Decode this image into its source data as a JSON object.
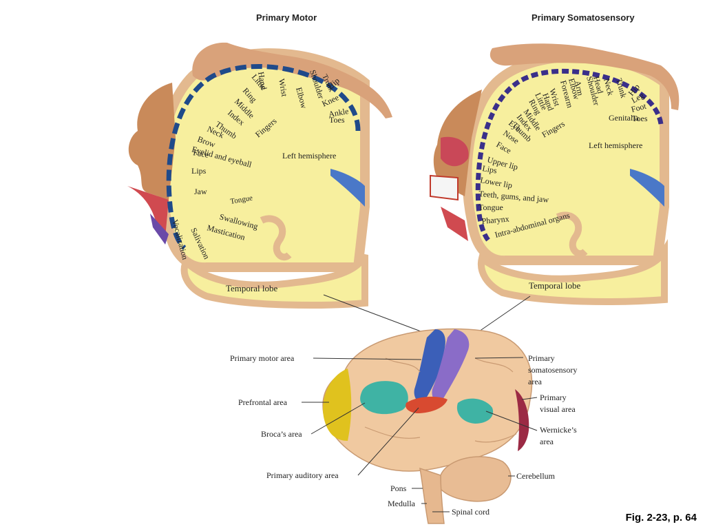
{
  "motor": {
    "title": "Primary Motor",
    "labels": [
      "Hand",
      "Wrist",
      "Elbow",
      "Shoulder",
      "Trunk",
      "Hip",
      "Knee",
      "Ankle",
      "Toes",
      "Little",
      "Ring",
      "Middle",
      "Index",
      "Thumb",
      "Neck",
      "Brow",
      "Eyelid and eyeball",
      "Face",
      "Lips",
      "Jaw",
      "Tongue",
      "Swallowing",
      "Mastication",
      "Salivation",
      "Vocalization",
      "Fingers",
      "Left hemisphere",
      "Temporal lobe"
    ]
  },
  "sensory": {
    "title": "Primary Somatosensory",
    "labels": [
      "Hip",
      "Leg",
      "Foot",
      "Toes",
      "Genitalia",
      "Trunk",
      "Neck",
      "Head",
      "Shoulder",
      "Arm",
      "Elbow",
      "Forearm",
      "Wrist",
      "Hand",
      "Little",
      "Ring",
      "Middle",
      "Index",
      "Thumb",
      "Eye",
      "Nose",
      "Face",
      "Upper lip",
      "Lips",
      "Lower lip",
      "Teeth, gums, and jaw",
      "Tongue",
      "Pharynx",
      "Intra-abdominal organs",
      "Fingers",
      "Left hemisphere",
      "Temporal lobe"
    ]
  },
  "brain": {
    "labels": {
      "primary_motor": "Primary motor area",
      "prefrontal": "Prefrontal area",
      "broca": "Broca’s area",
      "auditory": "Primary auditory area",
      "pons": "Pons",
      "medulla": "Medulla",
      "spinal": "Spinal cord",
      "cerebellum": "Cerebellum",
      "wernicke_1": "Wernicke’s",
      "wernicke_2": "area",
      "visual_1": "Primary",
      "visual_2": "visual area",
      "somato_1": "Primary",
      "somato_2": "somatosensory",
      "somato_3": "area"
    },
    "colors": {
      "motor": "#3b5fb8",
      "somatosensory": "#8a6cc8",
      "prefrontal": "#e0c21e",
      "broca": "#3fb3a4",
      "wernicke": "#3fb3a4",
      "auditory": "#d84a30",
      "visual": "#9b2a44",
      "tissue": "#f0c9a0"
    }
  },
  "caption": "Fig. 2-23, p. 64"
}
